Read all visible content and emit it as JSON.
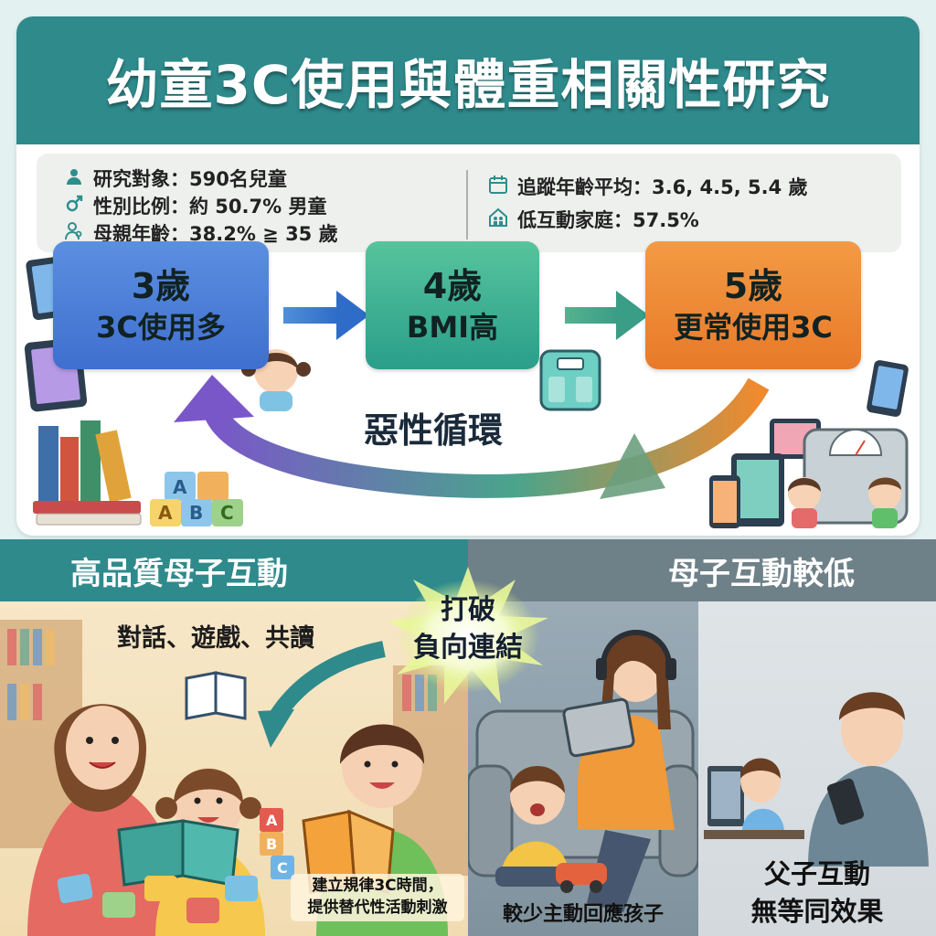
{
  "title": "幼童3C使用與體重相關性研究",
  "info": {
    "left": [
      {
        "icon": "person-icon",
        "text": "研究對象：590名兒童"
      },
      {
        "icon": "male-icon",
        "text": "性別比例：約 50.7% 男童"
      },
      {
        "icon": "mother-icon",
        "text": "母親年齡：38.2% ≧ 35 歲"
      }
    ],
    "right": [
      {
        "icon": "calendar-icon",
        "text": "追蹤年齡平均：3.6, 4.5, 5.4 歲"
      },
      {
        "icon": "family-home-icon",
        "text": "低互動家庭：57.5%"
      }
    ]
  },
  "cycle": {
    "stages": [
      {
        "age": "3歲",
        "desc": "3C使用多",
        "color": "#4a7fd8"
      },
      {
        "age": "4歲",
        "desc": "BMI高",
        "color": "#3cb192"
      },
      {
        "age": "5歲",
        "desc": "更常使用3C",
        "color": "#ee8a36"
      }
    ],
    "label": "惡性循環"
  },
  "bottom": {
    "left_title": "高品質母子互動",
    "right_title": "母子互動較低",
    "activities": "對話、遊戲、共讀",
    "break_line1": "打破",
    "break_line2": "負向連結",
    "advice_line1": "建立規律3C時間，",
    "advice_line2": "提供替代性活動刺激",
    "mid_caption": "較少主動回應孩子",
    "right_caption_line1": "父子互動",
    "right_caption_line2": "無等同效果"
  },
  "colors": {
    "teal": "#2f8a8c",
    "gray_header": "#6f8188",
    "blue": "#4a7fd8",
    "green": "#3cb192",
    "orange": "#ee8a36"
  }
}
